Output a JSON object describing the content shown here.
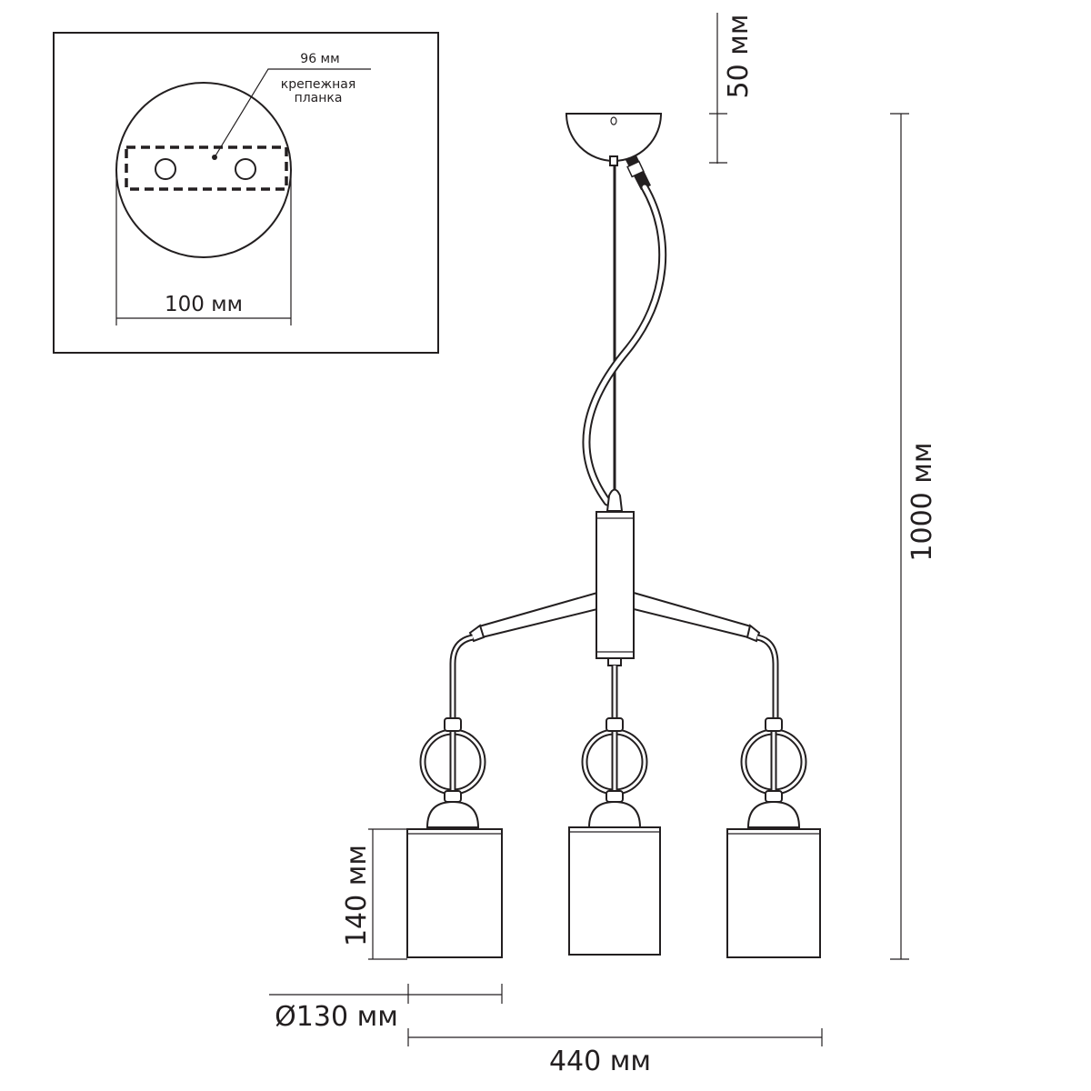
{
  "inset": {
    "plate_width_label": "96 мм",
    "plate_name_line1": "крепежная",
    "plate_name_line2": "планка",
    "canopy_diameter_label": "100 мм"
  },
  "dimensions": {
    "canopy_height": "50 мм",
    "total_height": "1000 мм",
    "shade_height": "140 мм",
    "shade_diameter": "Ø130 мм",
    "total_width": "440 мм"
  }
}
